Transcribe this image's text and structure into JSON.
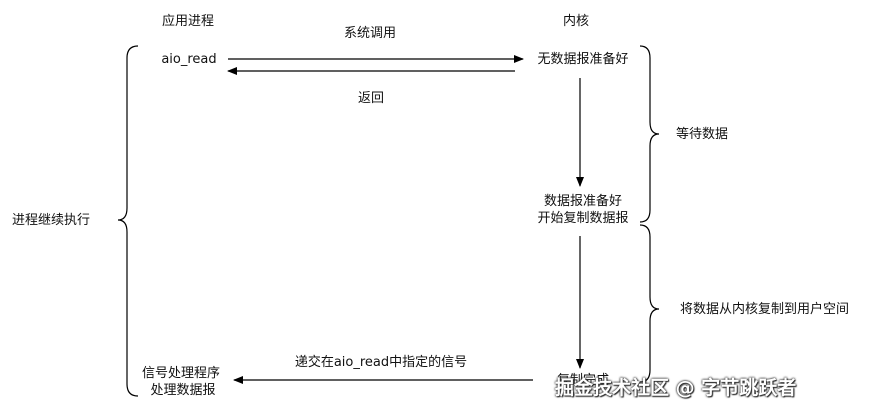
{
  "headers": {
    "app_process": "应用进程",
    "kernel": "内核"
  },
  "calls": {
    "aio_read": "aio_read",
    "syscall": "系统调用",
    "return": "返回",
    "deliver_signal": "递交在aio_read中指定的信号"
  },
  "kernel_states": {
    "no_data": "无数据报准备好",
    "data_ready_line1": "数据报准备好",
    "data_ready_line2": "开始复制数据报",
    "copy_done": "复制完成"
  },
  "app_states": {
    "signal_handler_line1": "信号处理程序",
    "signal_handler_line2": "处理数据报",
    "continue": "进程继续执行"
  },
  "phases": {
    "wait": "等待数据",
    "copy": "将数据从内核复制到用户空间"
  },
  "watermark": "掘金技术社区 @ 字节跳跃者"
}
